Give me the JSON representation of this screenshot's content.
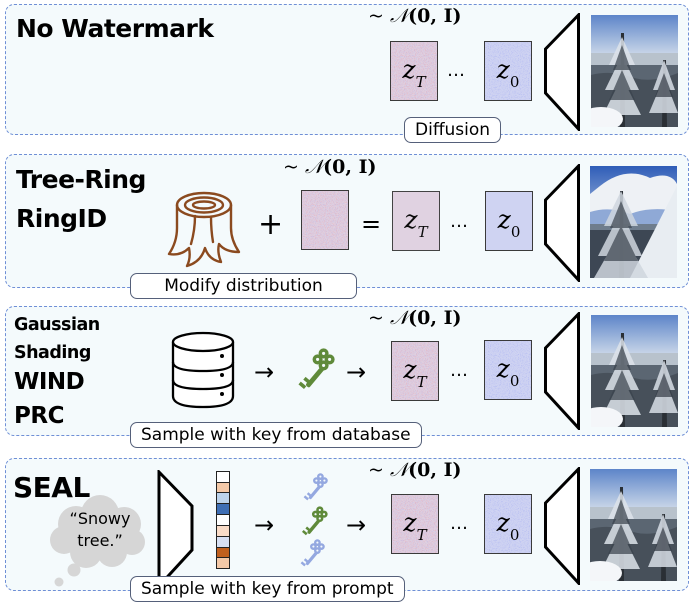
{
  "figure": {
    "distribution_label": {
      "prefix": "~ ",
      "symbol": "𝒩",
      "args": "(0, I)"
    },
    "latent_start": {
      "var": "z",
      "sub": "T"
    },
    "latent_end": {
      "var": "z",
      "sub": "0"
    },
    "ellipsis": "…",
    "decoder_icon": "decoder-trapezoid-icon",
    "output_image": "snowy-tree-photo",
    "colors": {
      "panel_bg": "#f4fafc",
      "panel_border": "#6f8fd6",
      "stump": "#8b4a1f",
      "key_green": "#5f8a3a",
      "key_blue": "#94a8e0",
      "zT_noise": "#dfd0e0",
      "z0_noise": "#cfd3f2"
    }
  },
  "panels": [
    {
      "titles": [
        "No Watermark"
      ],
      "caption": "Diffusion"
    },
    {
      "titles": [
        "Tree-Ring",
        "RingID"
      ],
      "caption": "Modify distribution",
      "plus": "+",
      "equals": "=",
      "icon": "tree-stump-icon"
    },
    {
      "titles": [
        "Gaussian",
        "Shading",
        "WIND",
        "PRC"
      ],
      "caption": "Sample with key from database",
      "icons": [
        "database-icon",
        "key-icon"
      ],
      "arrow": "→"
    },
    {
      "titles": [
        "SEAL"
      ],
      "caption": "Sample with key from prompt",
      "prompt": [
        "“Snowy",
        "tree.”"
      ],
      "arrow": "→",
      "embedding_colors": [
        "#ffffff",
        "#f4c9a8",
        "#bcd3ec",
        "#3f6fb5",
        "#ffffff",
        "#f9dcc8",
        "#d7e0f3",
        "#c0601e",
        "#f4c9a8"
      ],
      "keys": [
        "key-blue",
        "key-green",
        "key-blue"
      ]
    }
  ]
}
